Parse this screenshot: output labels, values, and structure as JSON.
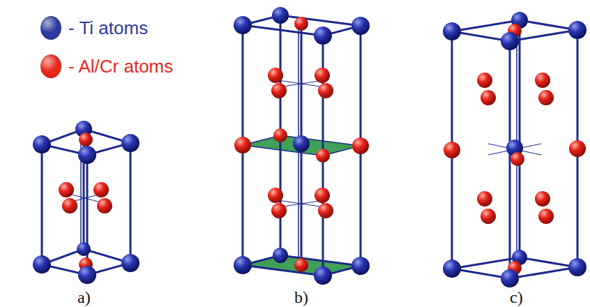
{
  "diagram": {
    "labels": [
      "a)",
      "b)",
      "c)"
    ],
    "legend": [
      {
        "text": "- Ti atoms",
        "color": "#2d3aa0"
      },
      {
        "text": "- Al/Cr atoms",
        "color": "#e8281c"
      }
    ]
  }
}
